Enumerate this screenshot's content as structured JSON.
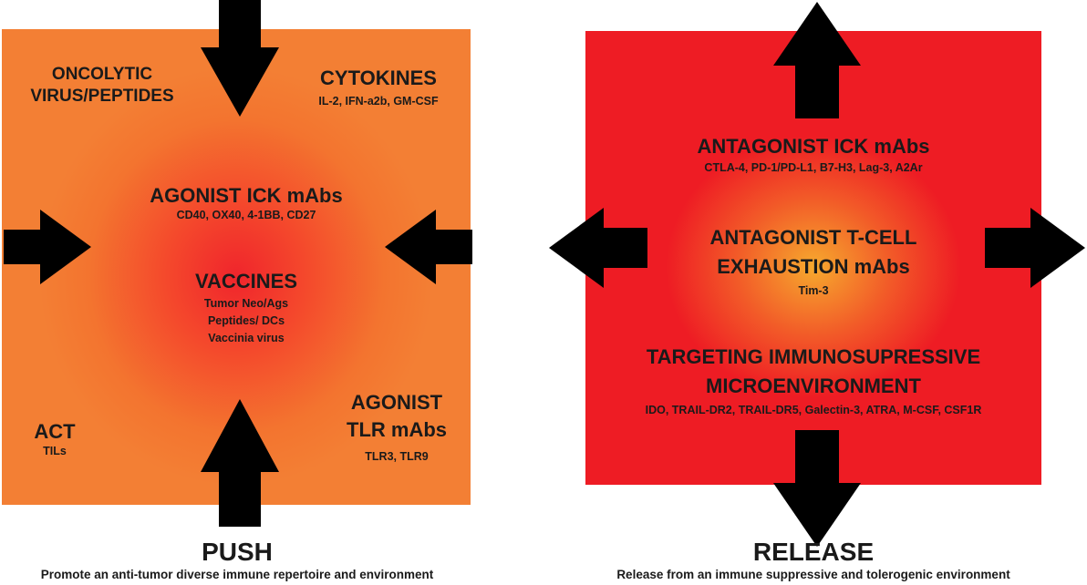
{
  "push": {
    "title": "PUSH",
    "subtitle": "Promote an anti-tumor diverse immune repertoire and environment",
    "oncolytic": {
      "line1": "ONCOLYTIC",
      "line2": "VIRUS/PEPTIDES"
    },
    "cytokines": {
      "label": "CYTOKINES",
      "detail": "IL-2, IFN-a2b, GM-CSF"
    },
    "agonist_ick": {
      "label": "AGONIST ICK mAbs",
      "detail": "CD40, OX40, 4-1BB, CD27"
    },
    "vaccines": {
      "label": "VACCINES",
      "detail1": "Tumor Neo/Ags",
      "detail2": "Peptides/ DCs",
      "detail3": "Vaccinia virus"
    },
    "act": {
      "label": "ACT",
      "detail": "TILs"
    },
    "agonist_tlr": {
      "line1": "AGONIST",
      "line2": "TLR mAbs",
      "detail": "TLR3, TLR9"
    }
  },
  "release": {
    "title": "RELEASE",
    "subtitle": "Release from an immune suppressive and tolerogenic environment",
    "antagonist_ick": {
      "label": "ANTAGONIST ICK mAbs",
      "detail": "CTLA-4, PD-1/PD-L1, B7-H3, Lag-3, A2Ar"
    },
    "exhaustion": {
      "line1": "ANTAGONIST T-CELL",
      "line2": "EXHAUSTION mAbs",
      "detail": "Tim-3"
    },
    "immunosuppressive": {
      "line1": "TARGETING IMMUNOSUPRESSIVE",
      "line2": "MICROENVIRONMENT",
      "detail": "IDO, TRAIL-DR2, TRAIL-DR5, Galectin-3, ATRA, M-CSF, CSF1R"
    }
  },
  "colors": {
    "push_panel": "#f37f34",
    "push_center": "#f0252c",
    "release_panel": "#ee1c24",
    "release_center": "#f6a92e",
    "arrows": "#000000"
  }
}
